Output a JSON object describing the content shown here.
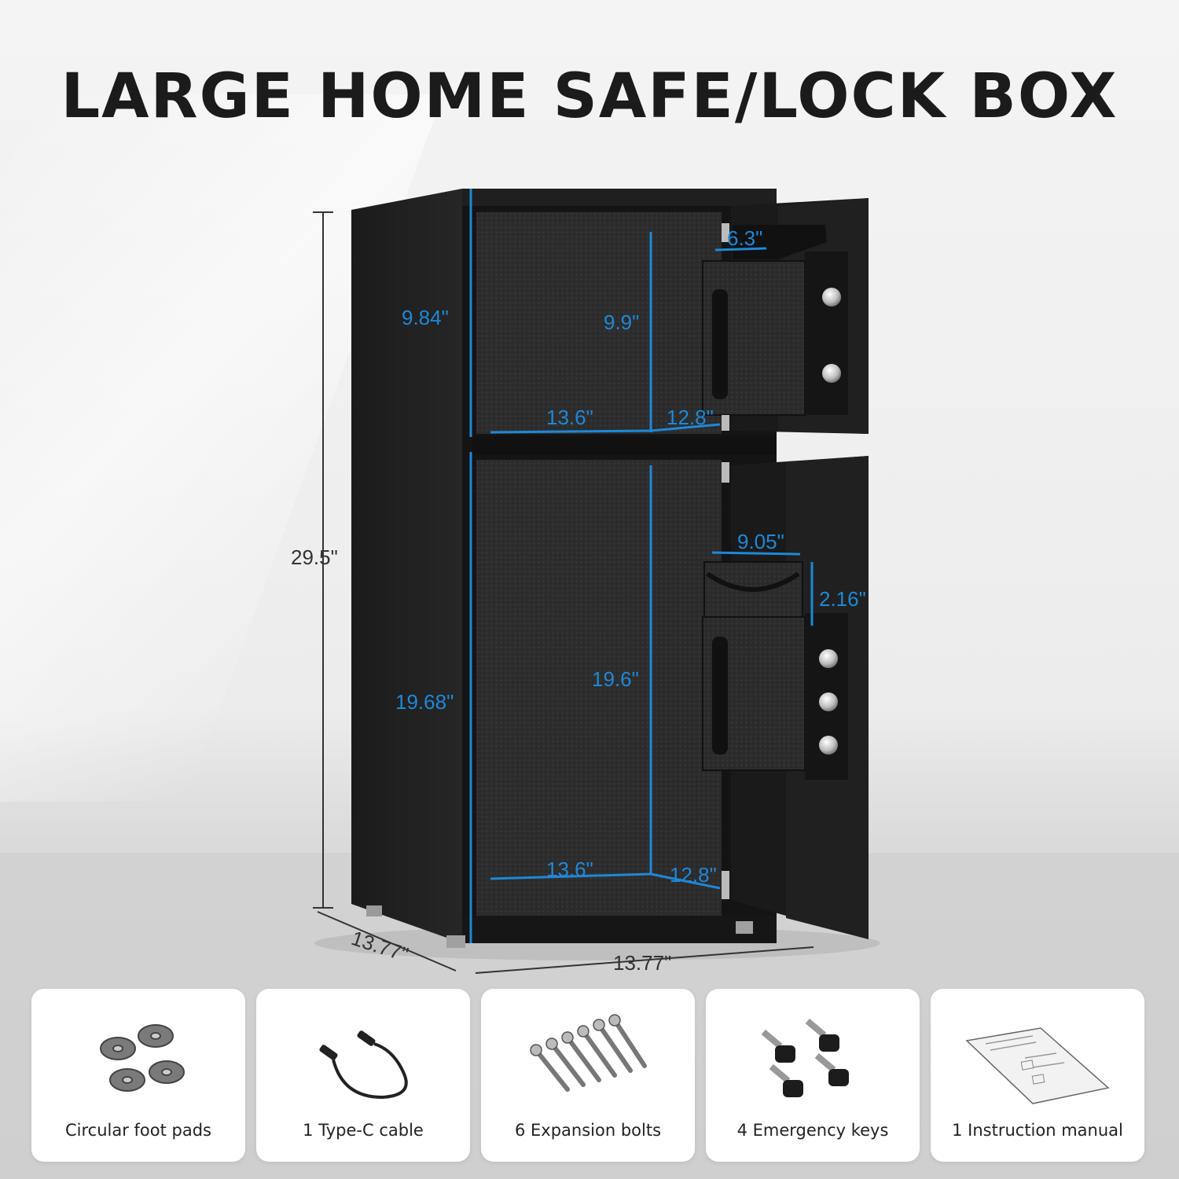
{
  "title": "LARGE HOME SAFE/LOCK BOX",
  "dimensions": {
    "total_height": "29.5\"",
    "upper_height_outer": "9.84\"",
    "upper_height_inner": "9.9\"",
    "upper_width": "13.6\"",
    "upper_depth": "12.8\"",
    "top_pocket_width": "6.3\"",
    "lower_height_outer": "19.68\"",
    "lower_height_inner": "19.6\"",
    "lower_width": "13.6\"",
    "lower_depth": "12.8\"",
    "shelf_width": "9.05\"",
    "shelf_height": "2.16\"",
    "base_depth": "13.77\"",
    "base_width": "13.77\""
  },
  "accessories": [
    {
      "label": "Circular foot pads",
      "icon": "foot-pads-icon"
    },
    {
      "label": "1 Type-C cable",
      "icon": "type-c-cable-icon"
    },
    {
      "label": "6 Expansion bolts",
      "icon": "expansion-bolts-icon"
    },
    {
      "label": "4 Emergency keys",
      "icon": "emergency-keys-icon"
    },
    {
      "label": "1 Instruction manual",
      "icon": "instruction-manual-icon"
    }
  ],
  "colors": {
    "dimension_blue": "#1e88d8",
    "safe_body": "#1a1a1a",
    "title": "#1b1b1b"
  }
}
